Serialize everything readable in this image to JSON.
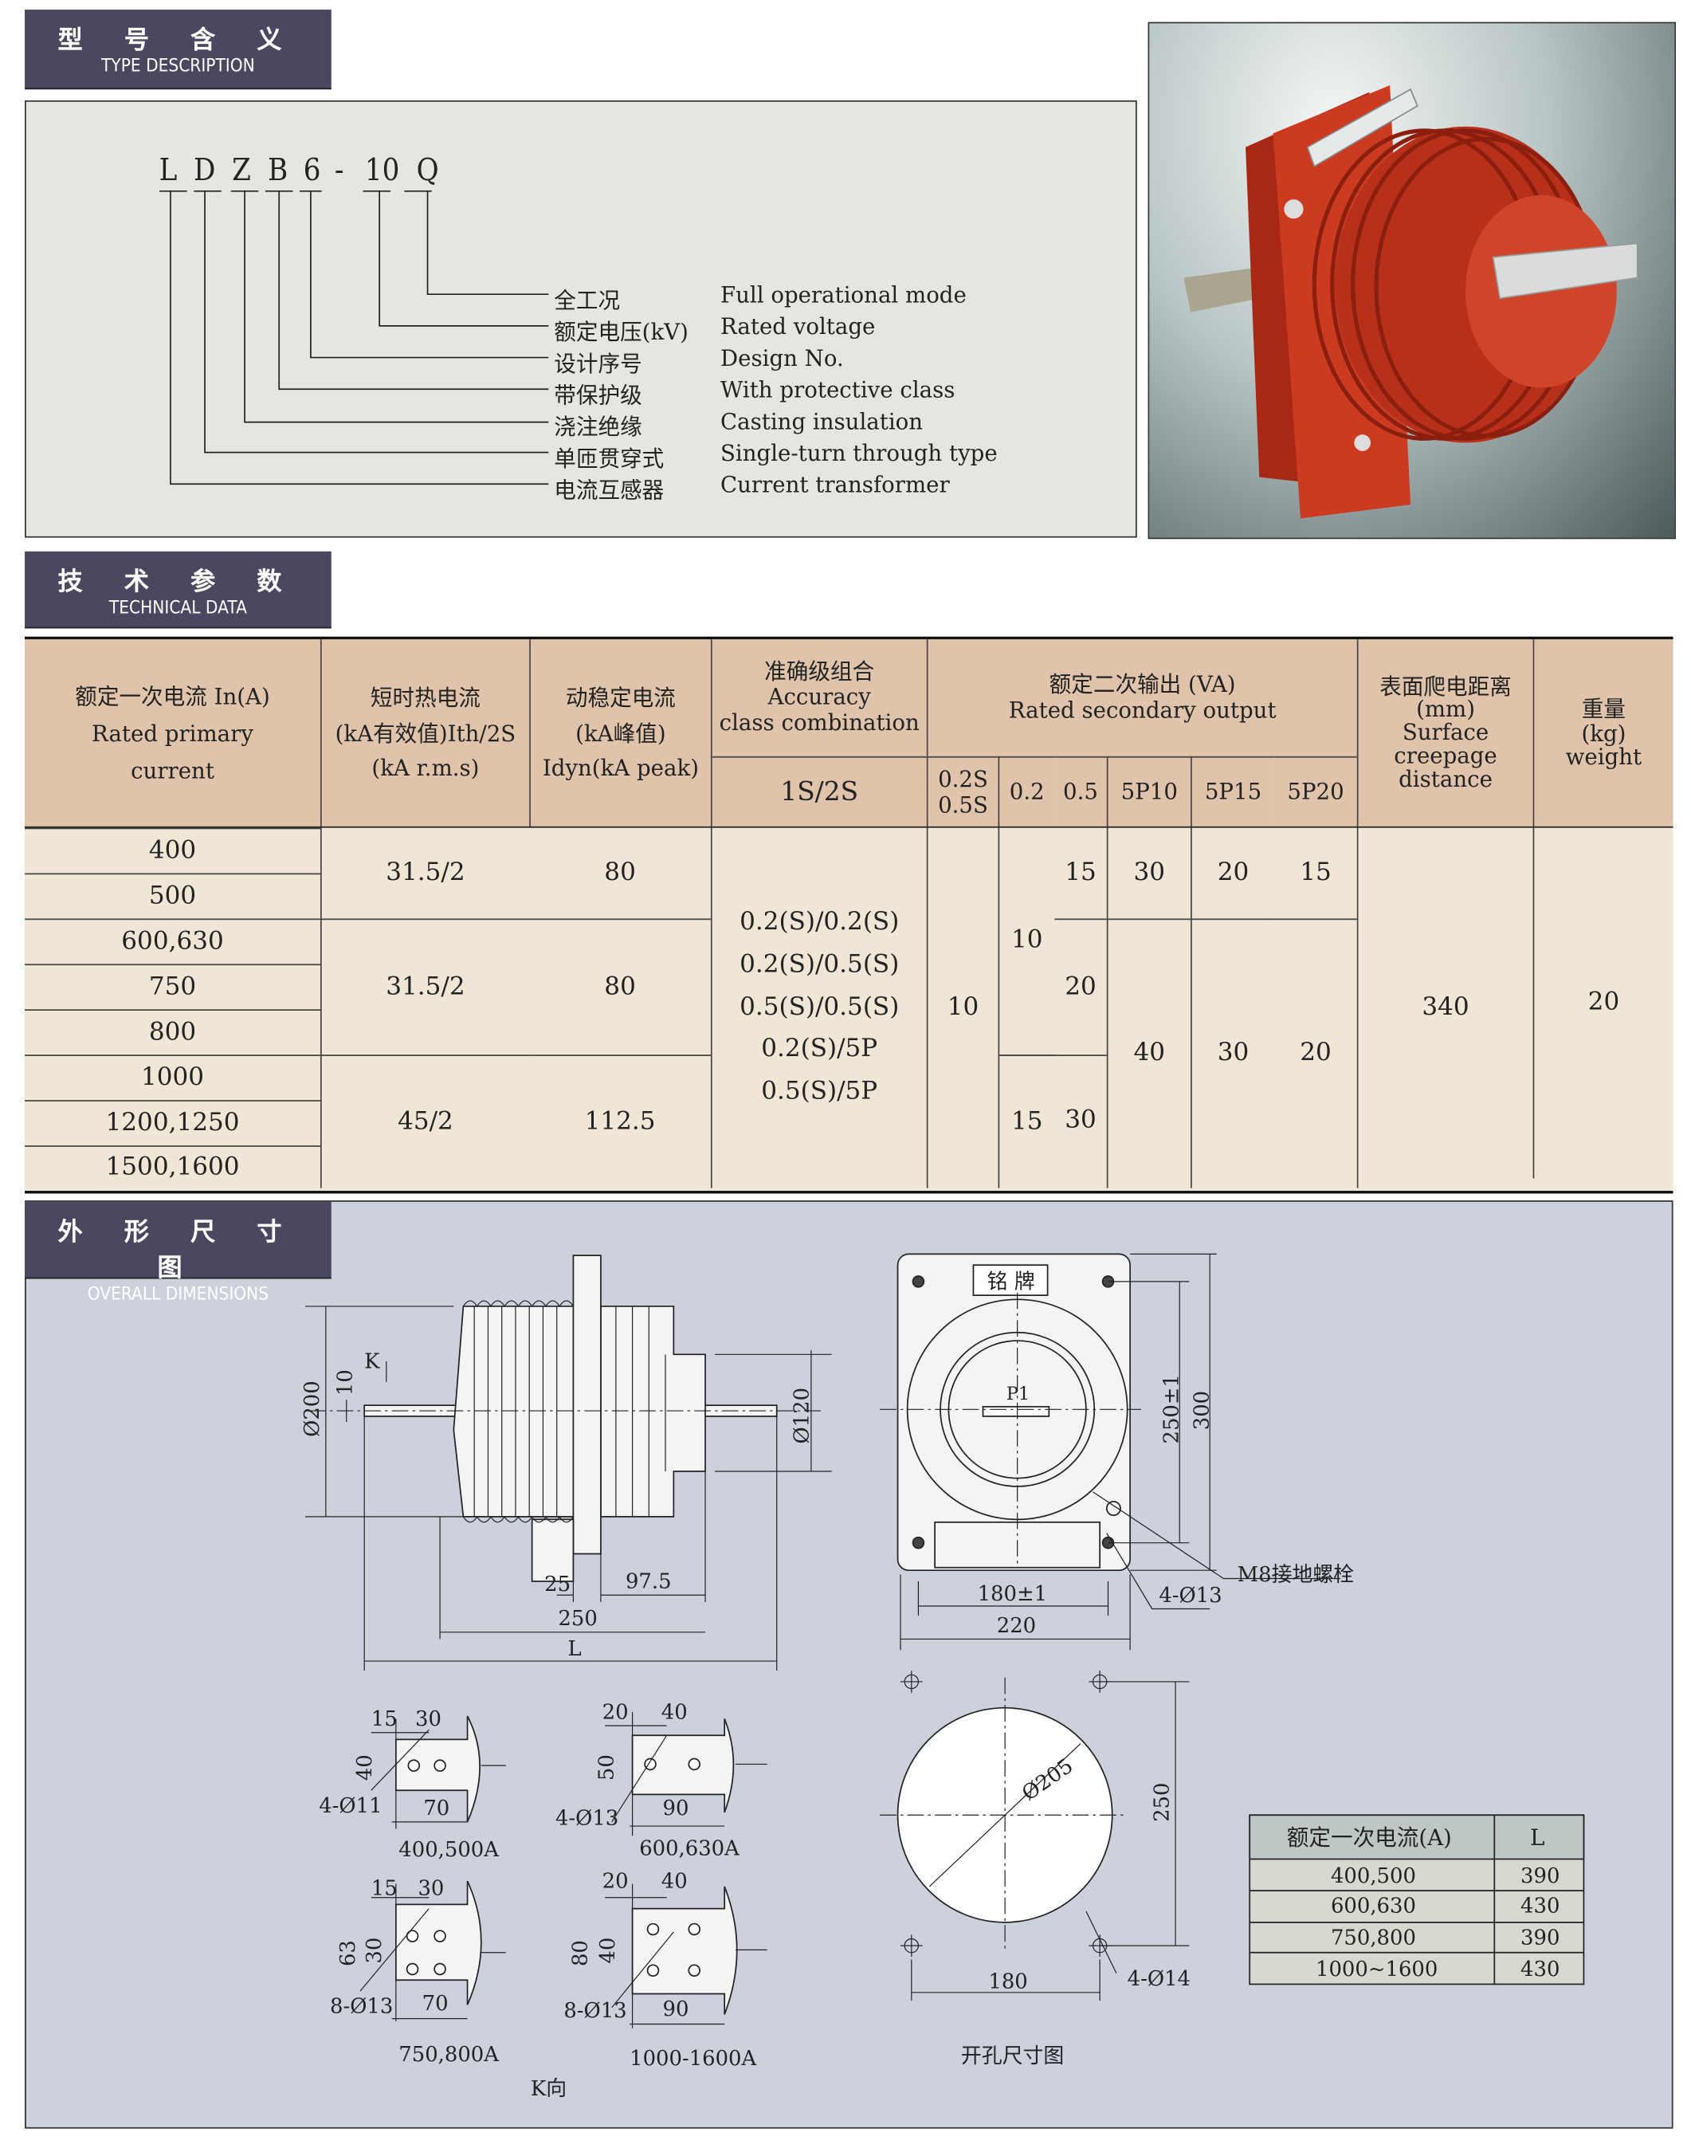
{
  "type_section": {
    "title_cn": "型 号 含 义",
    "title_en": "TYPE DESCRIPTION",
    "model": [
      "L",
      "D",
      "Z",
      "B",
      "6",
      "-",
      "10",
      "Q"
    ],
    "rows": [
      {
        "cn": "全工况",
        "en": "Full operational mode"
      },
      {
        "cn": "额定电压(kV)",
        "en": "Rated voltage"
      },
      {
        "cn": "设计序号",
        "en": "Design No."
      },
      {
        "cn": "带保护级",
        "en": "With protective class"
      },
      {
        "cn": "浇注绝缘",
        "en": "Casting insulation"
      },
      {
        "cn": "单匝贯穿式",
        "en": "Single-turn through type"
      },
      {
        "cn": "电流互感器",
        "en": "Current transformer"
      }
    ]
  },
  "tech_section": {
    "title_cn": "技 术 参 数",
    "title_en": "TECHNICAL DATA",
    "headers": {
      "rated_primary": "额定一次电流 In(A)\nRated primary\ncurrent",
      "thermal": "短时热电流\n(kA有效值)Ith/2S\n(kA r.m.s)",
      "dynamic": "动稳定电流\n(kA峰值)\nIdyn(kA peak)",
      "accuracy": "准确级组合\nAccuracy\nclass combination",
      "accuracy_sub": "1S/2S",
      "output": "额定二次输出 (VA)\nRated secondary output",
      "out_cols": [
        "0.2S\n0.5S",
        "0.2",
        "0.5",
        "5P10",
        "5P15",
        "5P20"
      ],
      "creepage": "表面爬电距离\n(mm)\nSurface\ncreepage\ndistance",
      "weight": "重量\n(kg)\nweight"
    },
    "currents": [
      "400",
      "500",
      "600,630",
      "750",
      "800",
      "1000",
      "1200,1250",
      "1500,1600"
    ],
    "thermal": [
      "31.5/2",
      "31.5/2",
      "45/2"
    ],
    "dynamic": [
      "80",
      "80",
      "112.5"
    ],
    "accuracy_combos": [
      "0.2(S)/0.2(S)",
      "0.2(S)/0.5(S)",
      "0.5(S)/0.5(S)",
      "0.2(S)/5P",
      "0.5(S)/5P"
    ],
    "out_02s": "10",
    "out_02": [
      "10",
      "15"
    ],
    "out_05": [
      "15",
      "20",
      "30"
    ],
    "out_5p10": [
      "30",
      "40"
    ],
    "out_5p15": [
      "20",
      "30"
    ],
    "out_5p20": [
      "15",
      "20"
    ],
    "creepage": "340",
    "weight": "20"
  },
  "dim_section": {
    "title_cn": "外 形 尺 寸 图",
    "title_en": "OVERALL DIMENSIONS",
    "side": {
      "d200": "Ø200",
      "d10": "10",
      "k": "K",
      "d120": "Ø120",
      "d25": "25",
      "d975": "97.5",
      "d250": "250",
      "L": "L"
    },
    "front": {
      "nameplate": "铭 牌",
      "p1": "P1",
      "d250": "250±1",
      "d300": "300",
      "m8": "M8接地螺栓",
      "holes": "4-Ø13",
      "d180": "180±1",
      "d220": "220"
    },
    "cutout": {
      "dia": "Ø205",
      "d250": "250",
      "d180": "180",
      "holes": "4-Ø14",
      "caption": "开孔尺寸图"
    },
    "kviews": [
      {
        "a": "15",
        "b": "30",
        "h": "40",
        "holes": "4-Ø11",
        "w": "70",
        "caption": "400,500A"
      },
      {
        "a": "20",
        "b": "40",
        "h": "50",
        "holes": "4-Ø13",
        "w": "90",
        "caption": "600,630A"
      },
      {
        "a": "15",
        "b": "30",
        "h": "63",
        "h2": "30",
        "holes": "8-Ø13",
        "w": "70",
        "caption": "750,800A"
      },
      {
        "a": "20",
        "b": "40",
        "h": "80",
        "h2": "40",
        "holes": "8-Ø13",
        "w": "90",
        "caption": "1000-1600A"
      }
    ],
    "k_label": "K向",
    "l_table": {
      "headers": [
        "额定一次电流(A)",
        "L"
      ],
      "rows": [
        [
          "400,500",
          "390"
        ],
        [
          "600,630",
          "430"
        ],
        [
          "750,800",
          "390"
        ],
        [
          "1000~1600",
          "430"
        ]
      ]
    }
  },
  "colors": {
    "header_bg": "#4a4860",
    "table_head": "#dfc3aa",
    "table_body": "#efe6d6",
    "dim_bg": "#cdd1dc",
    "product_red": "#c8321e"
  }
}
